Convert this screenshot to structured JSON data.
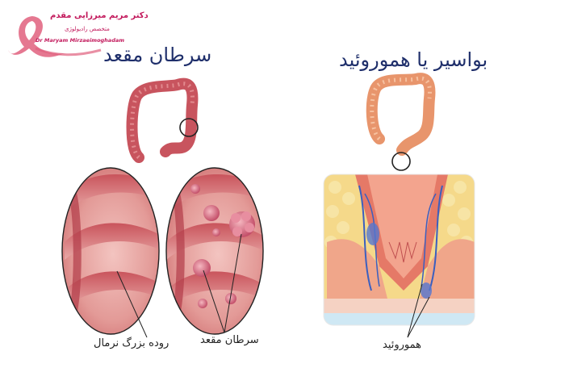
{
  "logo": {
    "title": "دکتر مریم میرزایی مقدم",
    "subtitle": "متخصص رادیولوژی",
    "name_en": "Dr Maryam Mirzaeimoghadam"
  },
  "left_panel": {
    "title": "سرطان مقعد",
    "label_normal": "روده بزرگ نرمال",
    "label_cancer": "سرطان مقعد"
  },
  "right_panel": {
    "title": "بواسیر یا هموروئید",
    "label_hemorrhoid": "هموروئید"
  }
}
